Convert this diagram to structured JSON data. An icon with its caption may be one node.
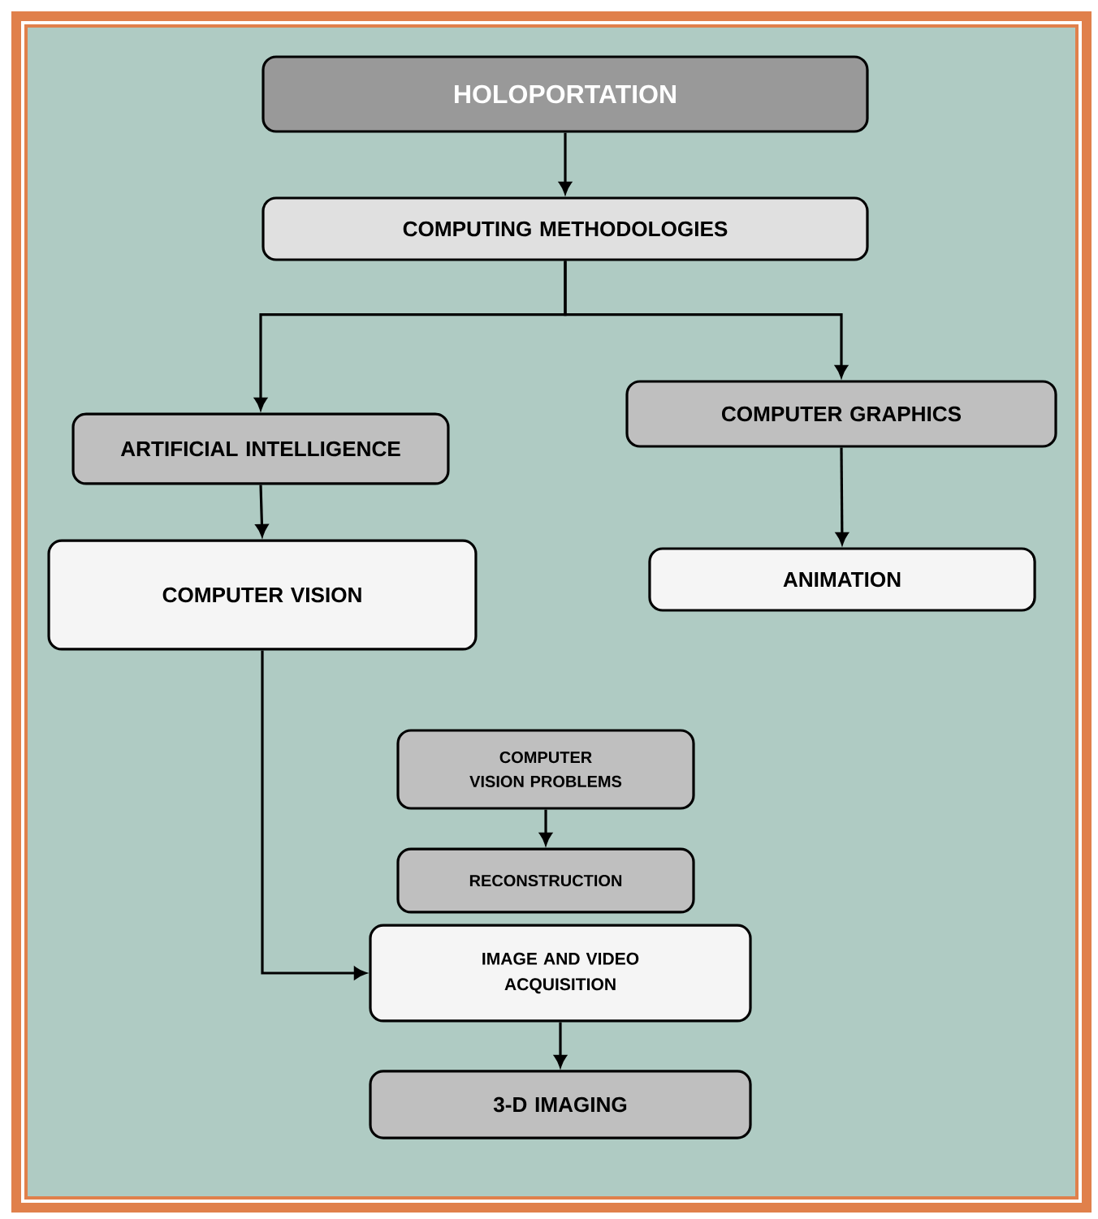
{
  "diagram": {
    "nodes": [
      {
        "text": [
          "HOLOPORTATION"
        ]
      },
      {
        "text": [
          "COMPUTING METHODOLOGIES"
        ]
      },
      {
        "text": [
          "ARTIFICIAL INTELLIGENCE"
        ]
      },
      {
        "text": [
          "COMPUTER GRAPHICS"
        ]
      },
      {
        "text": [
          "COMPUTER VISION"
        ]
      },
      {
        "text": [
          "ANIMATION"
        ]
      },
      {
        "text": [
          "COMPUTER VISION PROBLEMS"
        ]
      },
      {
        "text": [
          "RECONSTRUCTION"
        ]
      },
      {
        "text": [
          "IMAGE AND VIDEO ACQUISITION"
        ]
      },
      {
        "text": [
          "3-D IMAGING"
        ]
      }
    ],
    "edges": [
      {
        "from": 0,
        "to": 1,
        "arrow": "to"
      },
      {
        "from": 1,
        "to": 2,
        "arrow": "to"
      },
      {
        "from": 1,
        "to": 3,
        "arrow": "to"
      },
      {
        "from": 2,
        "to": 4,
        "arrow": "to"
      },
      {
        "from": 3,
        "to": 5,
        "arrow": "to"
      },
      {
        "from": 6,
        "to": 7,
        "arrow": "to"
      },
      {
        "from": 4,
        "to": 8,
        "arrow": "to"
      },
      {
        "from": 8,
        "to": 9,
        "arrow": "to"
      }
    ]
  }
}
